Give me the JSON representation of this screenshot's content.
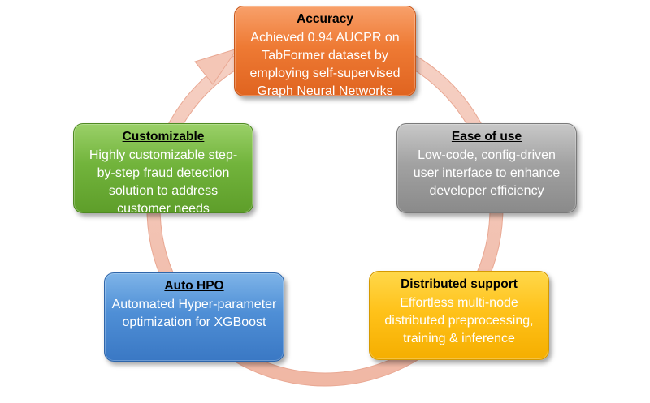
{
  "colors": {
    "ring": "#f3c3b4",
    "accuracy": "#ee7a34",
    "ease_of_use": "#a2a2a2",
    "distributed_support": "#ffc21a",
    "auto_hpo": "#4f8fd6",
    "customizable": "#72b43c"
  },
  "cards": {
    "accuracy": {
      "title": "Accuracy",
      "body": "Achieved 0.94 AUCPR on TabFormer dataset by employing self-supervised Graph Neural Networks"
    },
    "ease_of_use": {
      "title": "Ease of use",
      "body": "Low-code, config-driven user interface to enhance developer efficiency"
    },
    "distributed_support": {
      "title": "Distributed support",
      "body": "Effortless multi-node distributed preprocessing, training & inference"
    },
    "auto_hpo": {
      "title": "Auto HPO",
      "body": "Automated Hyper-parameter optimization for XGBoost"
    },
    "customizable": {
      "title": "Customizable",
      "body": "Highly customizable step-by-step fraud detection solution to address customer needs"
    }
  }
}
